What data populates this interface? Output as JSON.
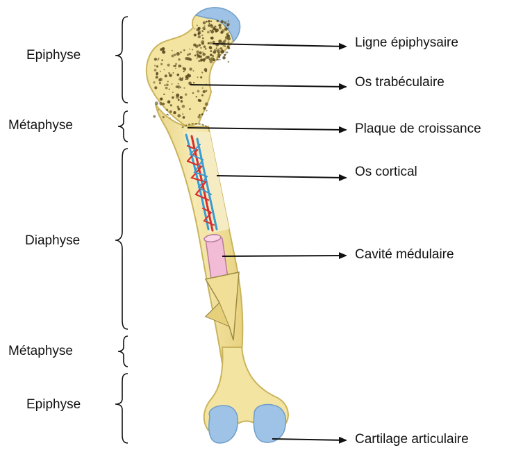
{
  "left_labels": {
    "epiphyse_top": "Epiphyse",
    "metaphyse_top": "Métaphyse",
    "diaphyse": "Diaphyse",
    "metaphyse_bottom": "Métaphyse",
    "epiphyse_bottom": "Epiphyse"
  },
  "right_labels": {
    "ligne_epiphysaire": "Ligne épiphysaire",
    "os_trabeculaire": "Os trabéculaire",
    "plaque_croissance": "Plaque de croissance",
    "os_cortical": "Os cortical",
    "cavite_medulaire": "Cavité médulaire",
    "cartilage_articulaire": "Cartilage articulaire"
  },
  "colors": {
    "bone": "#f4e4a1",
    "bone_outline": "#c9b35c",
    "cartilage": "#9ec3e6",
    "trabecular_dots": "#5a4a1e",
    "artery": "#d9302b",
    "vein": "#3a9bd1",
    "marrow_cavity": "#f2bcd6",
    "lines": "#111111"
  }
}
